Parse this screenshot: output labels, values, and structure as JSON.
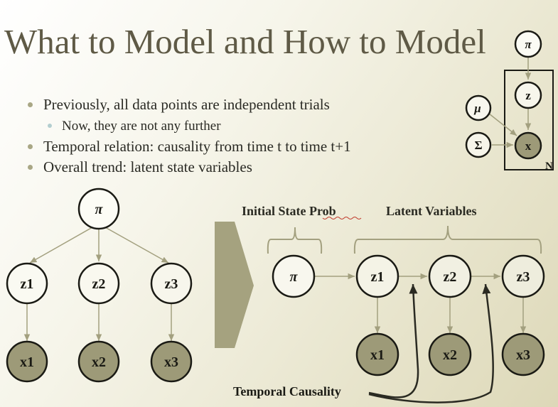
{
  "slide": {
    "title": "What to Model and How to Model",
    "bullets": [
      {
        "text": "Previously, all data points are independent trials",
        "level": 1
      },
      {
        "text": "Now, they are not any further",
        "level": 2
      },
      {
        "text": "Temporal relation: causality from time t to time t+1",
        "level": 1
      },
      {
        "text": "Overall trend: latent state variables",
        "level": 1
      }
    ]
  },
  "plate_model": {
    "pi": "π",
    "z": "z",
    "mu": "μ",
    "sigma": "Σ",
    "x": "x",
    "plate_label": "N"
  },
  "left_graph": {
    "pi": "π",
    "latents": [
      "z1",
      "z2",
      "z3"
    ],
    "observed": [
      "x1",
      "x2",
      "x3"
    ]
  },
  "right_graph": {
    "brace_initial": "Initial State Prob",
    "brace_latent": "Latent Variables",
    "pi": "π",
    "latents": [
      "z1",
      "z2",
      "z3"
    ],
    "observed": [
      "x1",
      "x2",
      "x3"
    ],
    "temporal_label": "Temporal Causality"
  },
  "colors": {
    "title": "#5f5a46",
    "arrow": "#a3a07f",
    "node_observed_fill": "#9d9a78",
    "node_stroke": "#1a1a14",
    "bullet_level1": "#a9a785",
    "bullet_level2": "#b3ced0",
    "big_arrow": "#a5a27f"
  }
}
